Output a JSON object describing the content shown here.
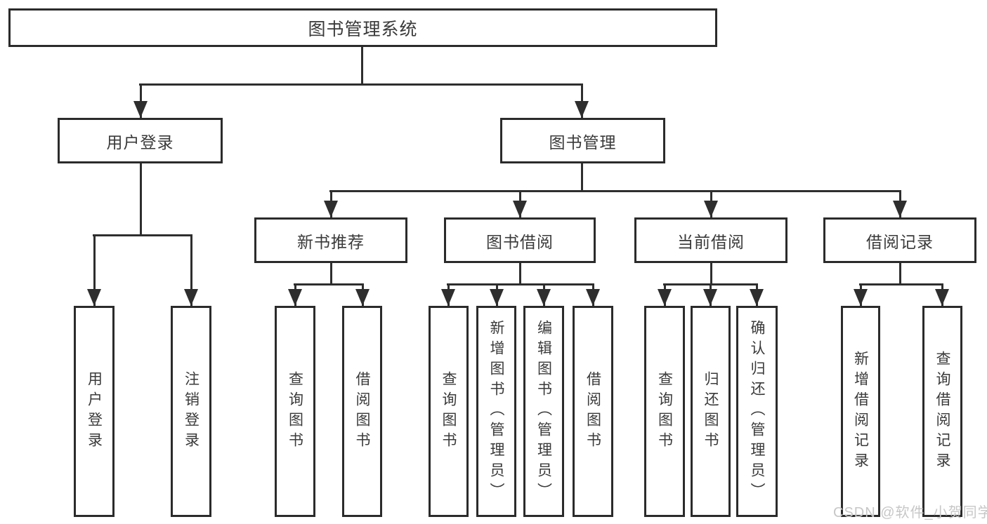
{
  "diagram": {
    "root": "图书管理系统",
    "level2": {
      "user_login_module": "用户登录",
      "book_management": "图书管理"
    },
    "level3": {
      "new_book_recommend": "新书推荐",
      "book_borrowing": "图书借阅",
      "current_borrowing": "当前借阅",
      "borrowing_records": "借阅记录"
    },
    "leaves": {
      "user_login": "用户登录",
      "logout": "注销登录",
      "nb_query_books": "查询图书",
      "nb_borrow_books": "借阅图书",
      "bb_query_books": "查询图书",
      "bb_add_books_admin": "新增图书（管理员）",
      "bb_edit_books_admin": "编辑图书（管理员）",
      "bb_borrow_books": "借阅图书",
      "cb_query_books": "查询图书",
      "cb_return_books": "归还图书",
      "cb_confirm_return_admin": "确认归还（管理员）",
      "br_add_record": "新增借阅记录",
      "br_query_record": "查询借阅记录"
    }
  },
  "watermark": "CSDN @软件_小贺同学",
  "colors": {
    "line": "#2e2e2e",
    "box_border": "#2b2b2b",
    "text": "#3a3a3a",
    "watermark": "#c7c7c7",
    "background": "#ffffff"
  }
}
